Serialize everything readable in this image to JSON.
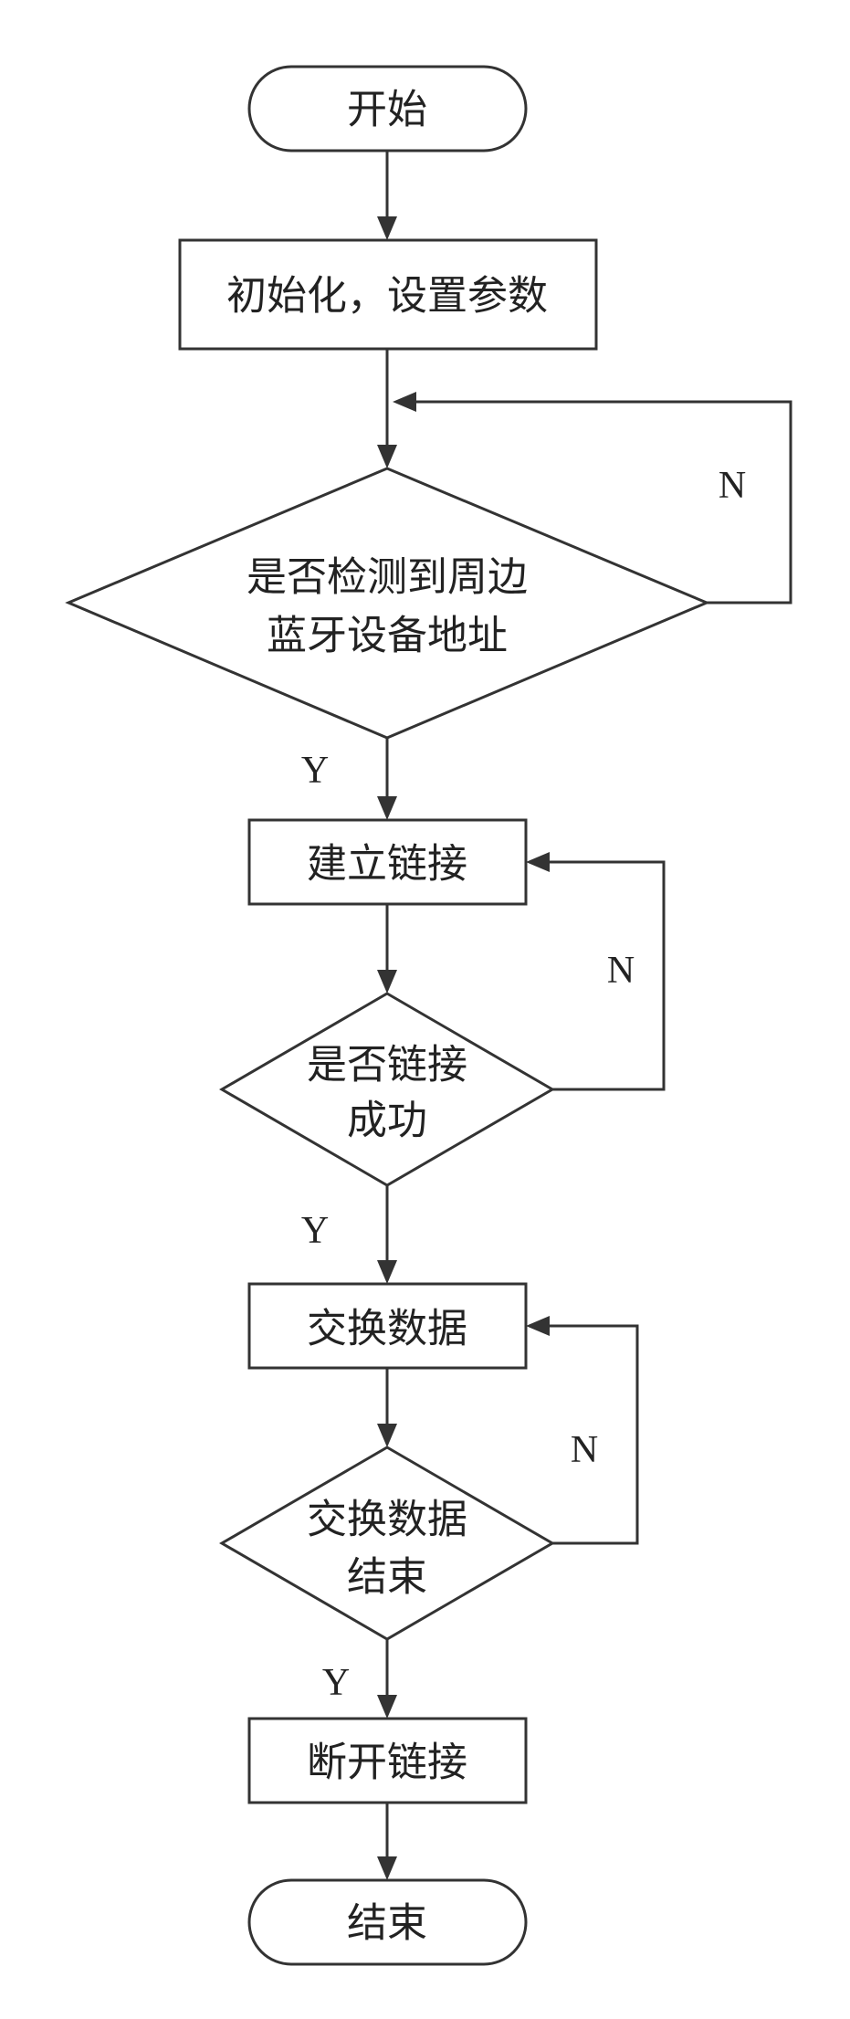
{
  "nodes": {
    "start": {
      "label": "开始"
    },
    "init": {
      "label": "初始化，设置参数"
    },
    "detect": {
      "line1": "是否检测到周边",
      "line2": "蓝牙设备地址"
    },
    "connect": {
      "label": "建立链接"
    },
    "connect_ok": {
      "line1": "是否链接",
      "line2": "成功"
    },
    "exchange": {
      "label": "交换数据"
    },
    "exchange_done": {
      "line1": "交换数据",
      "line2": "结束"
    },
    "disconnect": {
      "label": "断开链接"
    },
    "end": {
      "label": "结束"
    }
  },
  "branches": {
    "detect_no": "N",
    "detect_yes": "Y",
    "connect_no": "N",
    "connect_yes": "Y",
    "exchange_no": "N",
    "exchange_yes": "Y"
  }
}
